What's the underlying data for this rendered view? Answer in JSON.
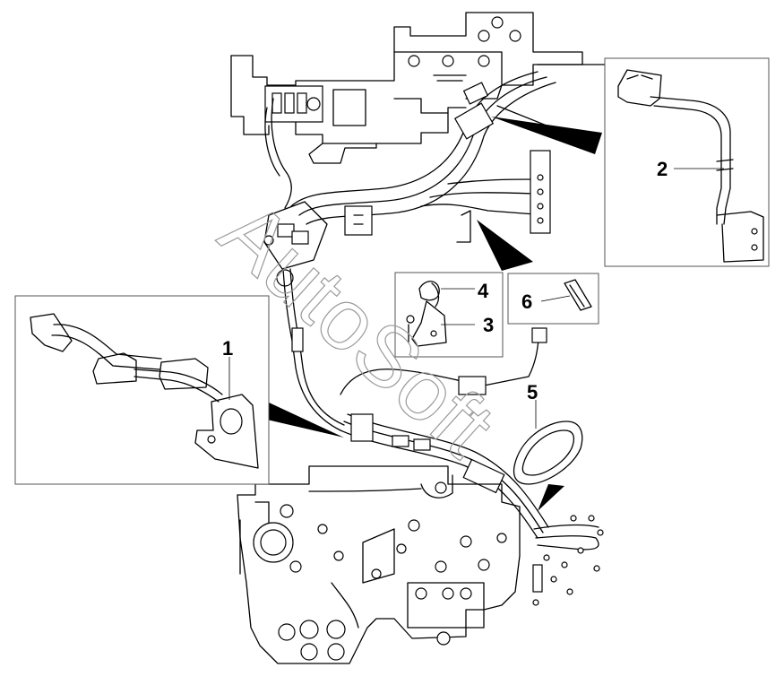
{
  "watermark": {
    "text": "AutoSoft"
  },
  "callouts": [
    {
      "id": "1",
      "label": "1"
    },
    {
      "id": "2",
      "label": "2"
    },
    {
      "id": "3",
      "label": "3"
    },
    {
      "id": "4",
      "label": "4"
    },
    {
      "id": "5",
      "label": "5"
    },
    {
      "id": "6",
      "label": "6"
    }
  ],
  "colors": {
    "line": "#000000",
    "background": "#ffffff",
    "box_border": "#555555",
    "watermark": "#9a9a9a"
  }
}
